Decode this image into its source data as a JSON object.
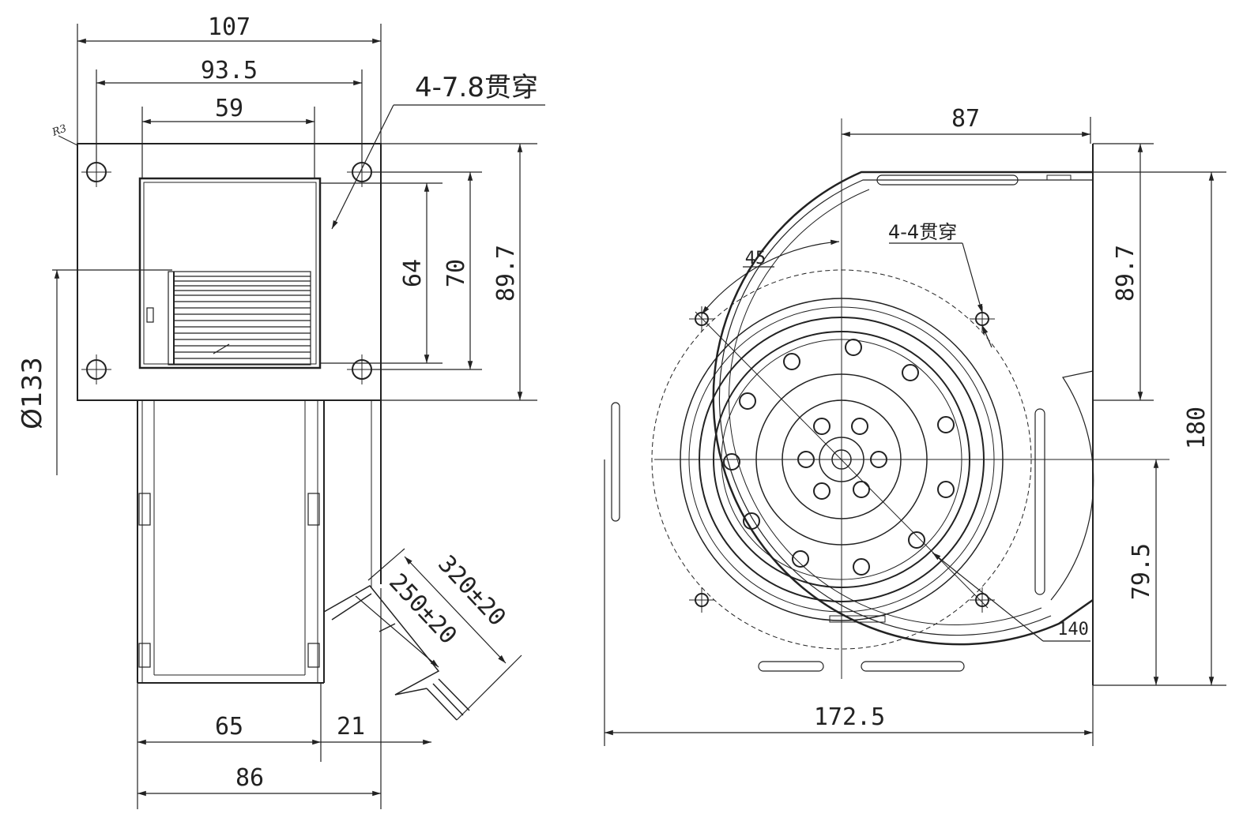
{
  "side_view": {
    "dims": {
      "width_flange": "107",
      "hole_spacing_h": "93.5",
      "outlet_width": "59",
      "outlet_height": "64",
      "hole_spacing_v": "70",
      "flange_height": "89.7",
      "diameter": "Ø133",
      "body_width": "65",
      "offset": "21",
      "overall_width": "86",
      "corner_radius": "R3"
    },
    "notes": {
      "mount_holes": "4-7.8贯穿",
      "cable_long": "320±20",
      "cable_short": "250±20"
    }
  },
  "front_view": {
    "dims": {
      "outlet_offset": "87",
      "flange_height": "89.7",
      "overall_height": "180",
      "center_height": "79.5",
      "overall_width": "172.5",
      "bolt_circle": "140",
      "angle": "45"
    },
    "notes": {
      "mount_holes": "4-4贯穿"
    }
  },
  "colors": {
    "line": "#222222",
    "background": "#ffffff"
  }
}
